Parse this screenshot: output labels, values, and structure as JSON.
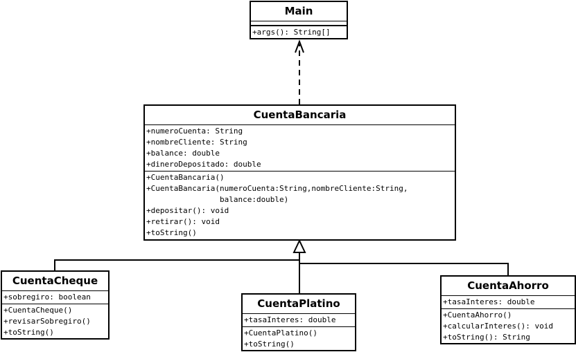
{
  "classes": {
    "main": {
      "name": "Main",
      "attributes": [],
      "methods": [
        "+args(): String[]"
      ]
    },
    "cuenta_bancaria": {
      "name": "CuentaBancaria",
      "attributes": [
        "+numeroCuenta: String",
        "+nombreCliente: String",
        "+balance: double",
        "+dineroDepositado: double"
      ],
      "methods": [
        "+CuentaBancaria()",
        "+CuentaBancaria(numeroCuenta:String,nombreCliente:String,",
        "                balance:double)",
        "+depositar(): void",
        "+retirar(): void",
        "+toString()"
      ]
    },
    "cuenta_cheque": {
      "name": "CuentaCheque",
      "attributes": [
        "+sobregiro: boolean"
      ],
      "methods": [
        "+CuentaCheque()",
        "+revisarSobregiro()",
        "+toString()"
      ]
    },
    "cuenta_platino": {
      "name": "CuentaPlatino",
      "attributes": [
        "+tasaInteres: double"
      ],
      "methods": [
        "+CuentaPlatino()",
        "+toString()"
      ]
    },
    "cuenta_ahorro": {
      "name": "CuentaAhorro",
      "attributes": [
        "+tasaInteres: double"
      ],
      "methods": [
        "+CuentaAhorro()",
        "+calcularInteres(): void",
        "+toString(): String"
      ]
    }
  },
  "relations": [
    {
      "type": "dependency",
      "from": "cuenta_bancaria",
      "to": "main"
    },
    {
      "type": "generalization",
      "from": "cuenta_cheque",
      "to": "cuenta_bancaria"
    },
    {
      "type": "generalization",
      "from": "cuenta_platino",
      "to": "cuenta_bancaria"
    },
    {
      "type": "generalization",
      "from": "cuenta_ahorro",
      "to": "cuenta_bancaria"
    }
  ]
}
